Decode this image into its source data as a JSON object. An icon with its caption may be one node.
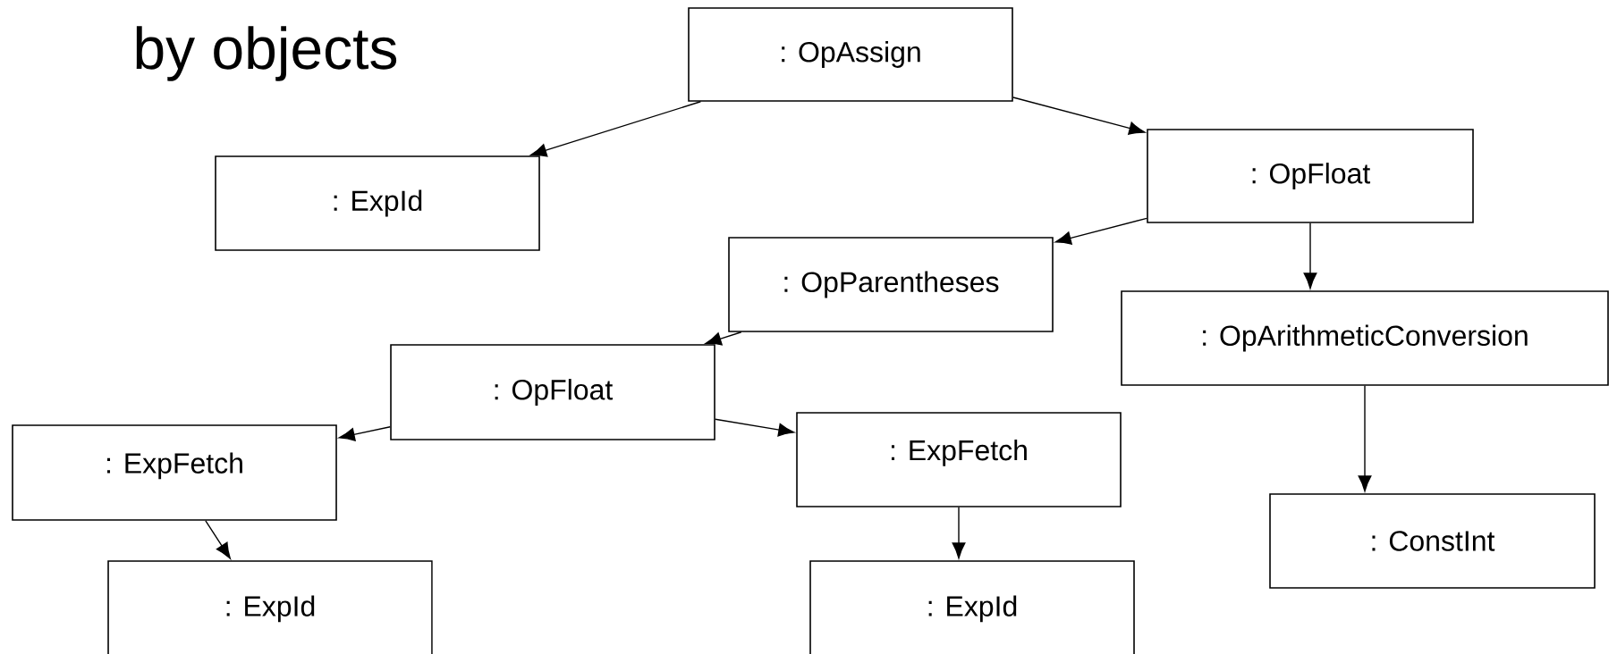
{
  "diagram": {
    "nodes": [
      {
        "text": [
          ": OpAssign"
        ]
      },
      {
        "text": [
          ": ExpId"
        ]
      },
      {
        "text": [
          ": OpFloat"
        ]
      },
      {
        "text": [
          ": OpParentheses"
        ]
      },
      {
        "text": [
          ": OpArithmeticConversion"
        ]
      },
      {
        "text": [
          ": OpFloat"
        ]
      },
      {
        "text": [
          ": ExpFetch"
        ]
      },
      {
        "text": [
          ": ExpFetch"
        ]
      },
      {
        "text": [
          ": ConstInt"
        ]
      },
      {
        "text": [
          ": ExpId"
        ]
      },
      {
        "text": [
          ": ExpId"
        ]
      }
    ],
    "edges": [
      {
        "from": 0,
        "to": 1,
        "arrow": "to"
      },
      {
        "from": 0,
        "to": 2,
        "arrow": "to"
      },
      {
        "from": 2,
        "to": 3,
        "arrow": "to"
      },
      {
        "from": 2,
        "to": 4,
        "arrow": "to"
      },
      {
        "from": 3,
        "to": 5,
        "arrow": "to"
      },
      {
        "from": 5,
        "to": 6,
        "arrow": "to"
      },
      {
        "from": 5,
        "to": 7,
        "arrow": "to"
      },
      {
        "from": 6,
        "to": 9,
        "arrow": "to"
      },
      {
        "from": 7,
        "to": 10,
        "arrow": "to"
      },
      {
        "from": 4,
        "to": 8,
        "arrow": "to"
      }
    ],
    "labels": [
      "by objects"
    ]
  }
}
